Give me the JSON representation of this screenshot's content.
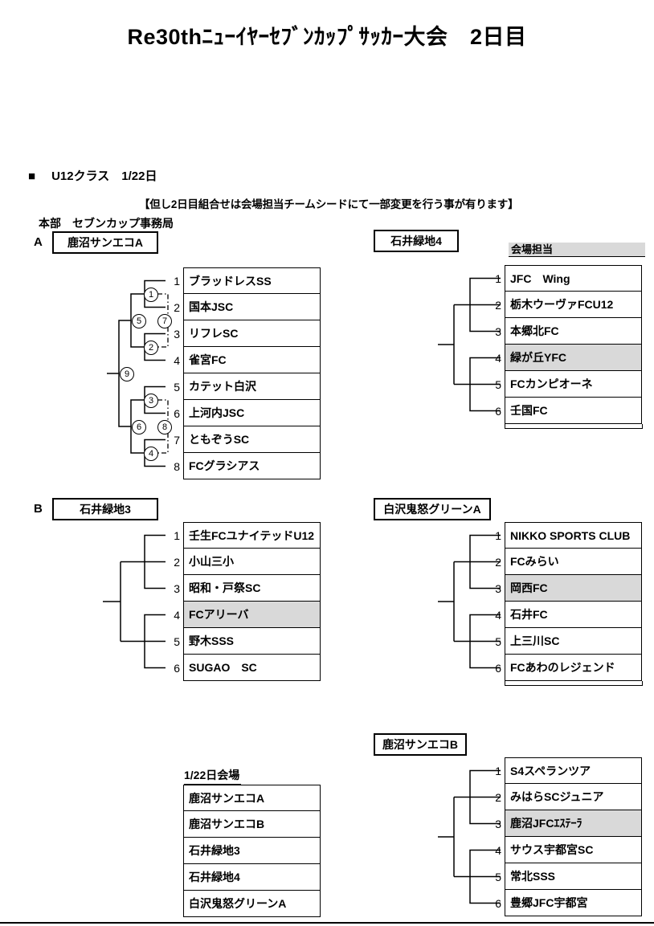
{
  "page": {
    "title": "Re30thﾆｭｰｲﾔｰｾﾌﾞﾝｶｯﾌﾟｻｯｶｰ大会　2日目",
    "section_marker": "■",
    "section_header": "U12クラス　1/22日",
    "note": "【但し2日目組合せは会場担当チームシードにて一部変更を行う事が有ります】",
    "hq": "本部　セブンカップ事務局",
    "venue_role_label": "会場担当"
  },
  "colors": {
    "highlight": "#d9d9d9",
    "line": "#000000"
  },
  "brackets": {
    "A": {
      "label": "A",
      "venue": "鹿沼サンエコA",
      "teams": [
        {
          "no": "1",
          "name": "ブラッドレスSS",
          "highlight": false
        },
        {
          "no": "2",
          "name": "国本JSC",
          "highlight": false
        },
        {
          "no": "3",
          "name": "リフレSC",
          "highlight": false
        },
        {
          "no": "4",
          "name": "雀宮FC",
          "highlight": false
        },
        {
          "no": "5",
          "name": "カテット白沢",
          "highlight": false
        },
        {
          "no": "6",
          "name": "上河内JSC",
          "highlight": false
        },
        {
          "no": "7",
          "name": "ともぞうSC",
          "highlight": false
        },
        {
          "no": "8",
          "name": "FCグラシアス",
          "highlight": false
        }
      ],
      "matches": [
        "1",
        "2",
        "3",
        "4",
        "5",
        "6",
        "7",
        "8",
        "9"
      ]
    },
    "ishii4": {
      "venue": "石井緑地4",
      "teams": [
        {
          "no": "1",
          "name": "JFC　Wing",
          "highlight": false
        },
        {
          "no": "2",
          "name": "栃木ウーヴァFCU12",
          "highlight": false
        },
        {
          "no": "3",
          "name": "本郷北FC",
          "highlight": false
        },
        {
          "no": "4",
          "name": "緑が丘YFC",
          "highlight": true
        },
        {
          "no": "5",
          "name": "FCカンピオーネ",
          "highlight": false
        },
        {
          "no": "6",
          "name": "壬国FC",
          "highlight": false
        }
      ]
    },
    "B": {
      "label": "B",
      "venue": "石井緑地3",
      "teams": [
        {
          "no": "1",
          "name": "壬生FCユナイテッドU12",
          "highlight": false
        },
        {
          "no": "2",
          "name": "小山三小",
          "highlight": false
        },
        {
          "no": "3",
          "name": "昭和・戸祭SC",
          "highlight": false
        },
        {
          "no": "4",
          "name": "FCアリーバ",
          "highlight": true
        },
        {
          "no": "5",
          "name": "野木SSS",
          "highlight": false
        },
        {
          "no": "6",
          "name": "SUGAO　SC",
          "highlight": false
        }
      ]
    },
    "shirasawaA": {
      "venue": "白沢鬼怒グリーンA",
      "teams": [
        {
          "no": "1",
          "name": "NIKKO SPORTS CLUB",
          "highlight": false
        },
        {
          "no": "2",
          "name": "FCみらい",
          "highlight": false
        },
        {
          "no": "3",
          "name": "岡西FC",
          "highlight": true
        },
        {
          "no": "4",
          "name": "石井FC",
          "highlight": false
        },
        {
          "no": "5",
          "name": "上三川SC",
          "highlight": false
        },
        {
          "no": "6",
          "name": "FCあわのレジェンド",
          "highlight": false
        }
      ]
    },
    "kanumaB": {
      "venue": "鹿沼サンエコB",
      "teams": [
        {
          "no": "1",
          "name": "S4スペランツア",
          "highlight": false
        },
        {
          "no": "2",
          "name": "みはらSCジュニア",
          "highlight": false
        },
        {
          "no": "3",
          "name": "鹿沼JFCｴｽﾃｰﾗ",
          "highlight": true
        },
        {
          "no": "4",
          "name": "サウス宇都宮SC",
          "highlight": false
        },
        {
          "no": "5",
          "name": "常北SSS",
          "highlight": false
        },
        {
          "no": "6",
          "name": "豊郷JFC宇都宮",
          "highlight": false
        }
      ]
    }
  },
  "venue_list": {
    "title": "1/22日会場",
    "items": [
      "鹿沼サンエコA",
      "鹿沼サンエコB",
      "石井緑地3",
      "石井緑地4",
      "白沢鬼怒グリーンA"
    ]
  }
}
